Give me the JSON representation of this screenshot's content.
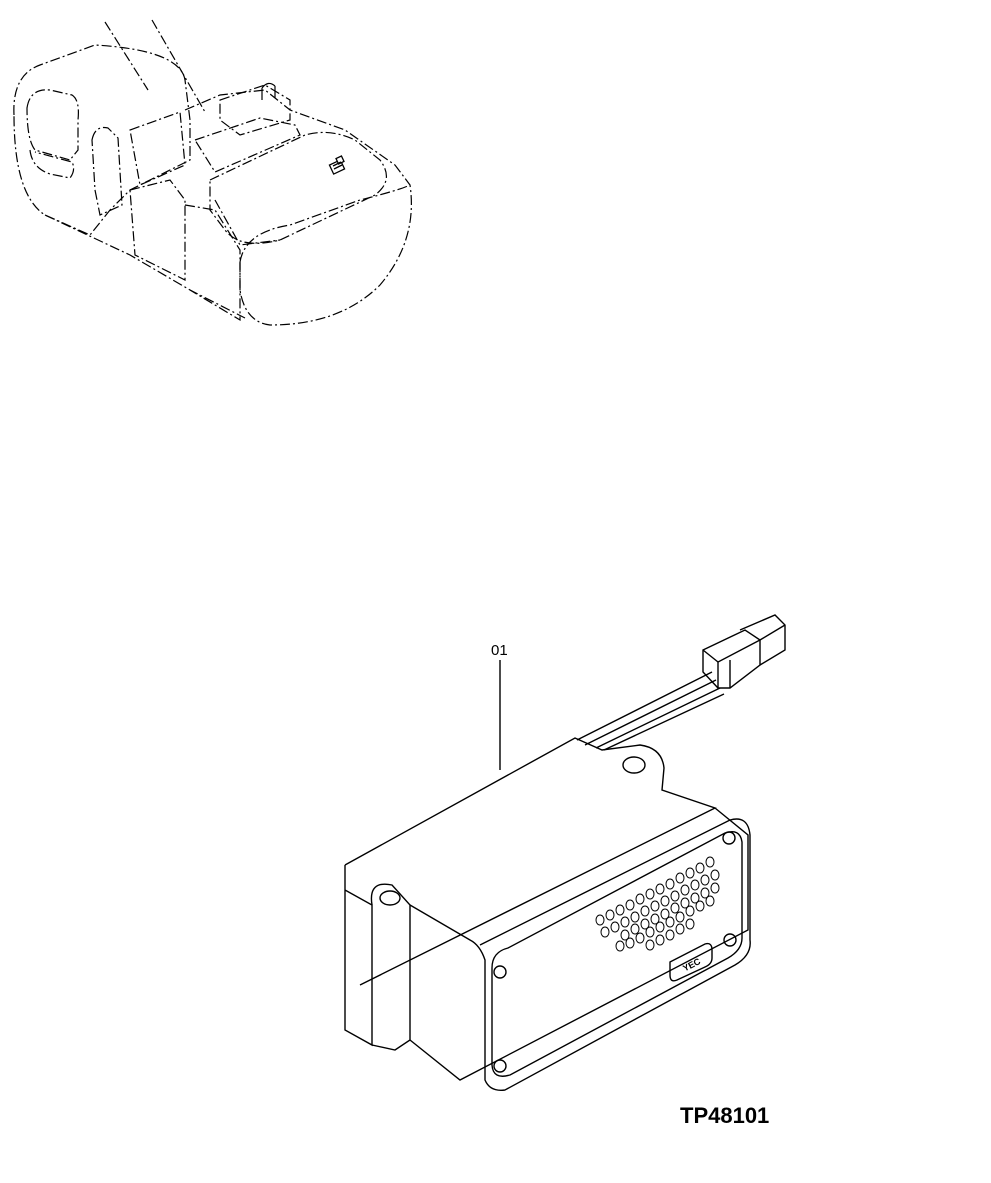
{
  "callouts": {
    "part_01": "01"
  },
  "figure_id": "TP48101",
  "logo": {
    "text": "YEC"
  }
}
